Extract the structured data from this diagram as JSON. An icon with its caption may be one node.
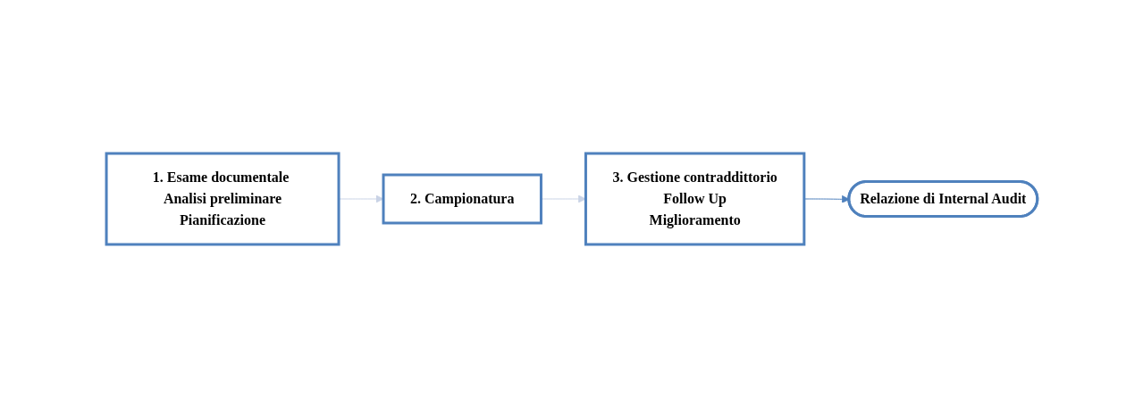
{
  "diagram": {
    "nodes": [
      {
        "text": [
          "1. Esame documentale Analisi preliminare",
          "Pianificazione"
        ]
      },
      {
        "text": [
          "2. Campionatura"
        ]
      },
      {
        "text": [
          "3. Gestione contraddittorio",
          "Follow Up",
          "Miglioramento"
        ]
      },
      {
        "text": [
          "Relazione di Internal Audit"
        ]
      }
    ],
    "edges": [
      {
        "from": 0,
        "to": 1,
        "arrow": "to",
        "color": "#c9d3e6"
      },
      {
        "from": 1,
        "to": 2,
        "arrow": "to",
        "color": "#c9d3e6"
      },
      {
        "from": 2,
        "to": 3,
        "arrow": "to",
        "color": "#4f81bd"
      }
    ]
  }
}
